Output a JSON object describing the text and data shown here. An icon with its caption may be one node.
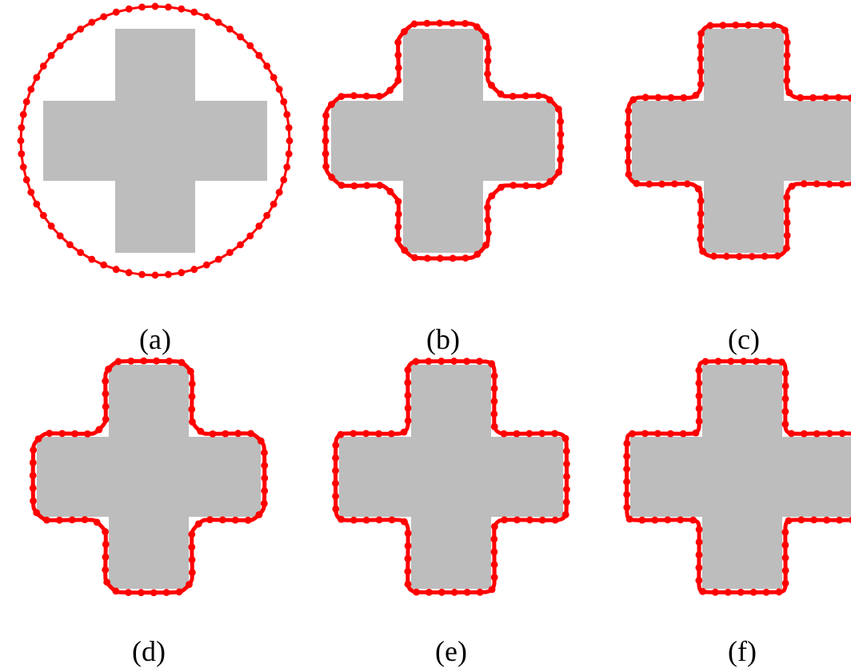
{
  "diagram": {
    "labels": [
      "(a)",
      "(b)",
      "(c)",
      "(d)",
      "(e)",
      "(f)"
    ]
  }
}
